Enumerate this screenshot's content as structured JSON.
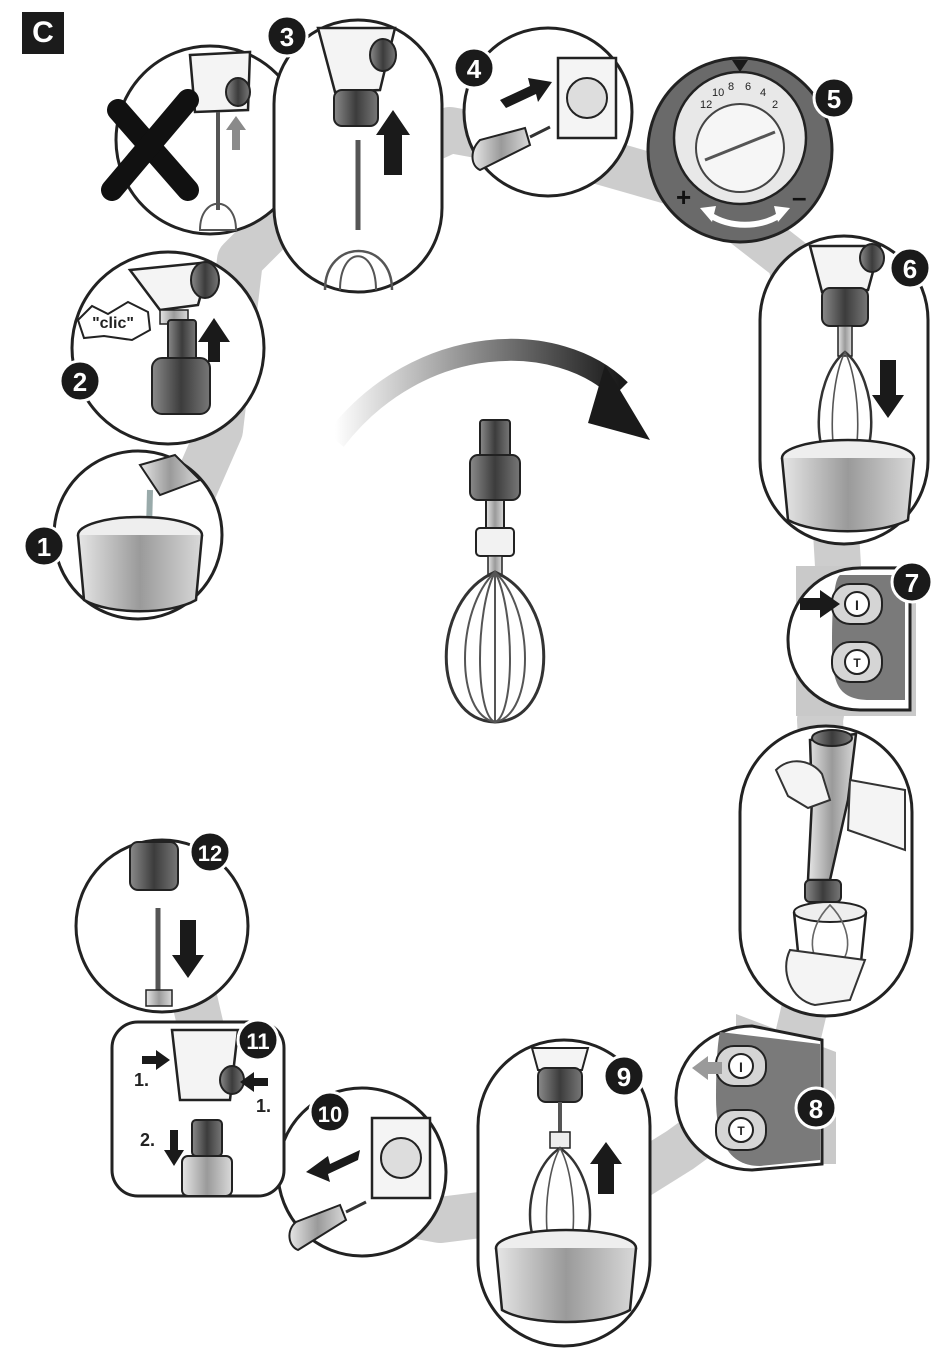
{
  "section": {
    "label": "C"
  },
  "steps": [
    {
      "number": "1"
    },
    {
      "number": "2",
      "sound_label": "\"clic\""
    },
    {
      "number": "3"
    },
    {
      "number": "4"
    },
    {
      "number": "5",
      "dial_marks": [
        "12",
        "10",
        "8",
        "6",
        "4",
        "2"
      ],
      "dial_plus": "+",
      "dial_minus": "–"
    },
    {
      "number": "6"
    },
    {
      "number": "7",
      "buttons": [
        "I",
        "T"
      ]
    },
    {
      "number": "8",
      "buttons": [
        "I",
        "T"
      ]
    },
    {
      "number": "9"
    },
    {
      "number": "10"
    },
    {
      "number": "11",
      "sub_labels": [
        "1.",
        "1.",
        "2."
      ]
    },
    {
      "number": "12"
    }
  ],
  "colors": {
    "outline": "#222222",
    "band": "#b9b9b9",
    "badge": "#1a1a1a"
  }
}
